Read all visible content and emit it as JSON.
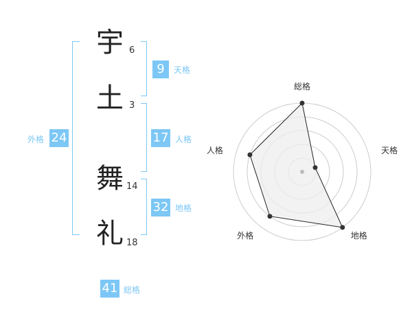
{
  "name": {
    "chars": [
      {
        "char": "宇",
        "strokes": "6"
      },
      {
        "char": "土",
        "strokes": "3"
      },
      {
        "char": "舞",
        "strokes": "14"
      },
      {
        "char": "礼",
        "strokes": "18"
      }
    ]
  },
  "fortune": {
    "tenkaku": {
      "value": "9",
      "label": "天格"
    },
    "jinkaku": {
      "value": "17",
      "label": "人格"
    },
    "chikaku": {
      "value": "32",
      "label": "地格"
    },
    "gaikaku": {
      "value": "24",
      "label": "外格"
    },
    "soukaku": {
      "value": "41",
      "label": "総格"
    }
  },
  "chart_data": {
    "type": "radar",
    "axes": [
      "総格",
      "天格",
      "地格",
      "外格",
      "人格"
    ],
    "values": [
      5,
      1,
      5,
      4,
      4
    ],
    "range": [
      0,
      5
    ],
    "rings": 5
  },
  "colors": {
    "accent": "#7cc7f5",
    "radar_fill": "#eeeeee",
    "ring": "#cccccc",
    "point": "#333333"
  }
}
